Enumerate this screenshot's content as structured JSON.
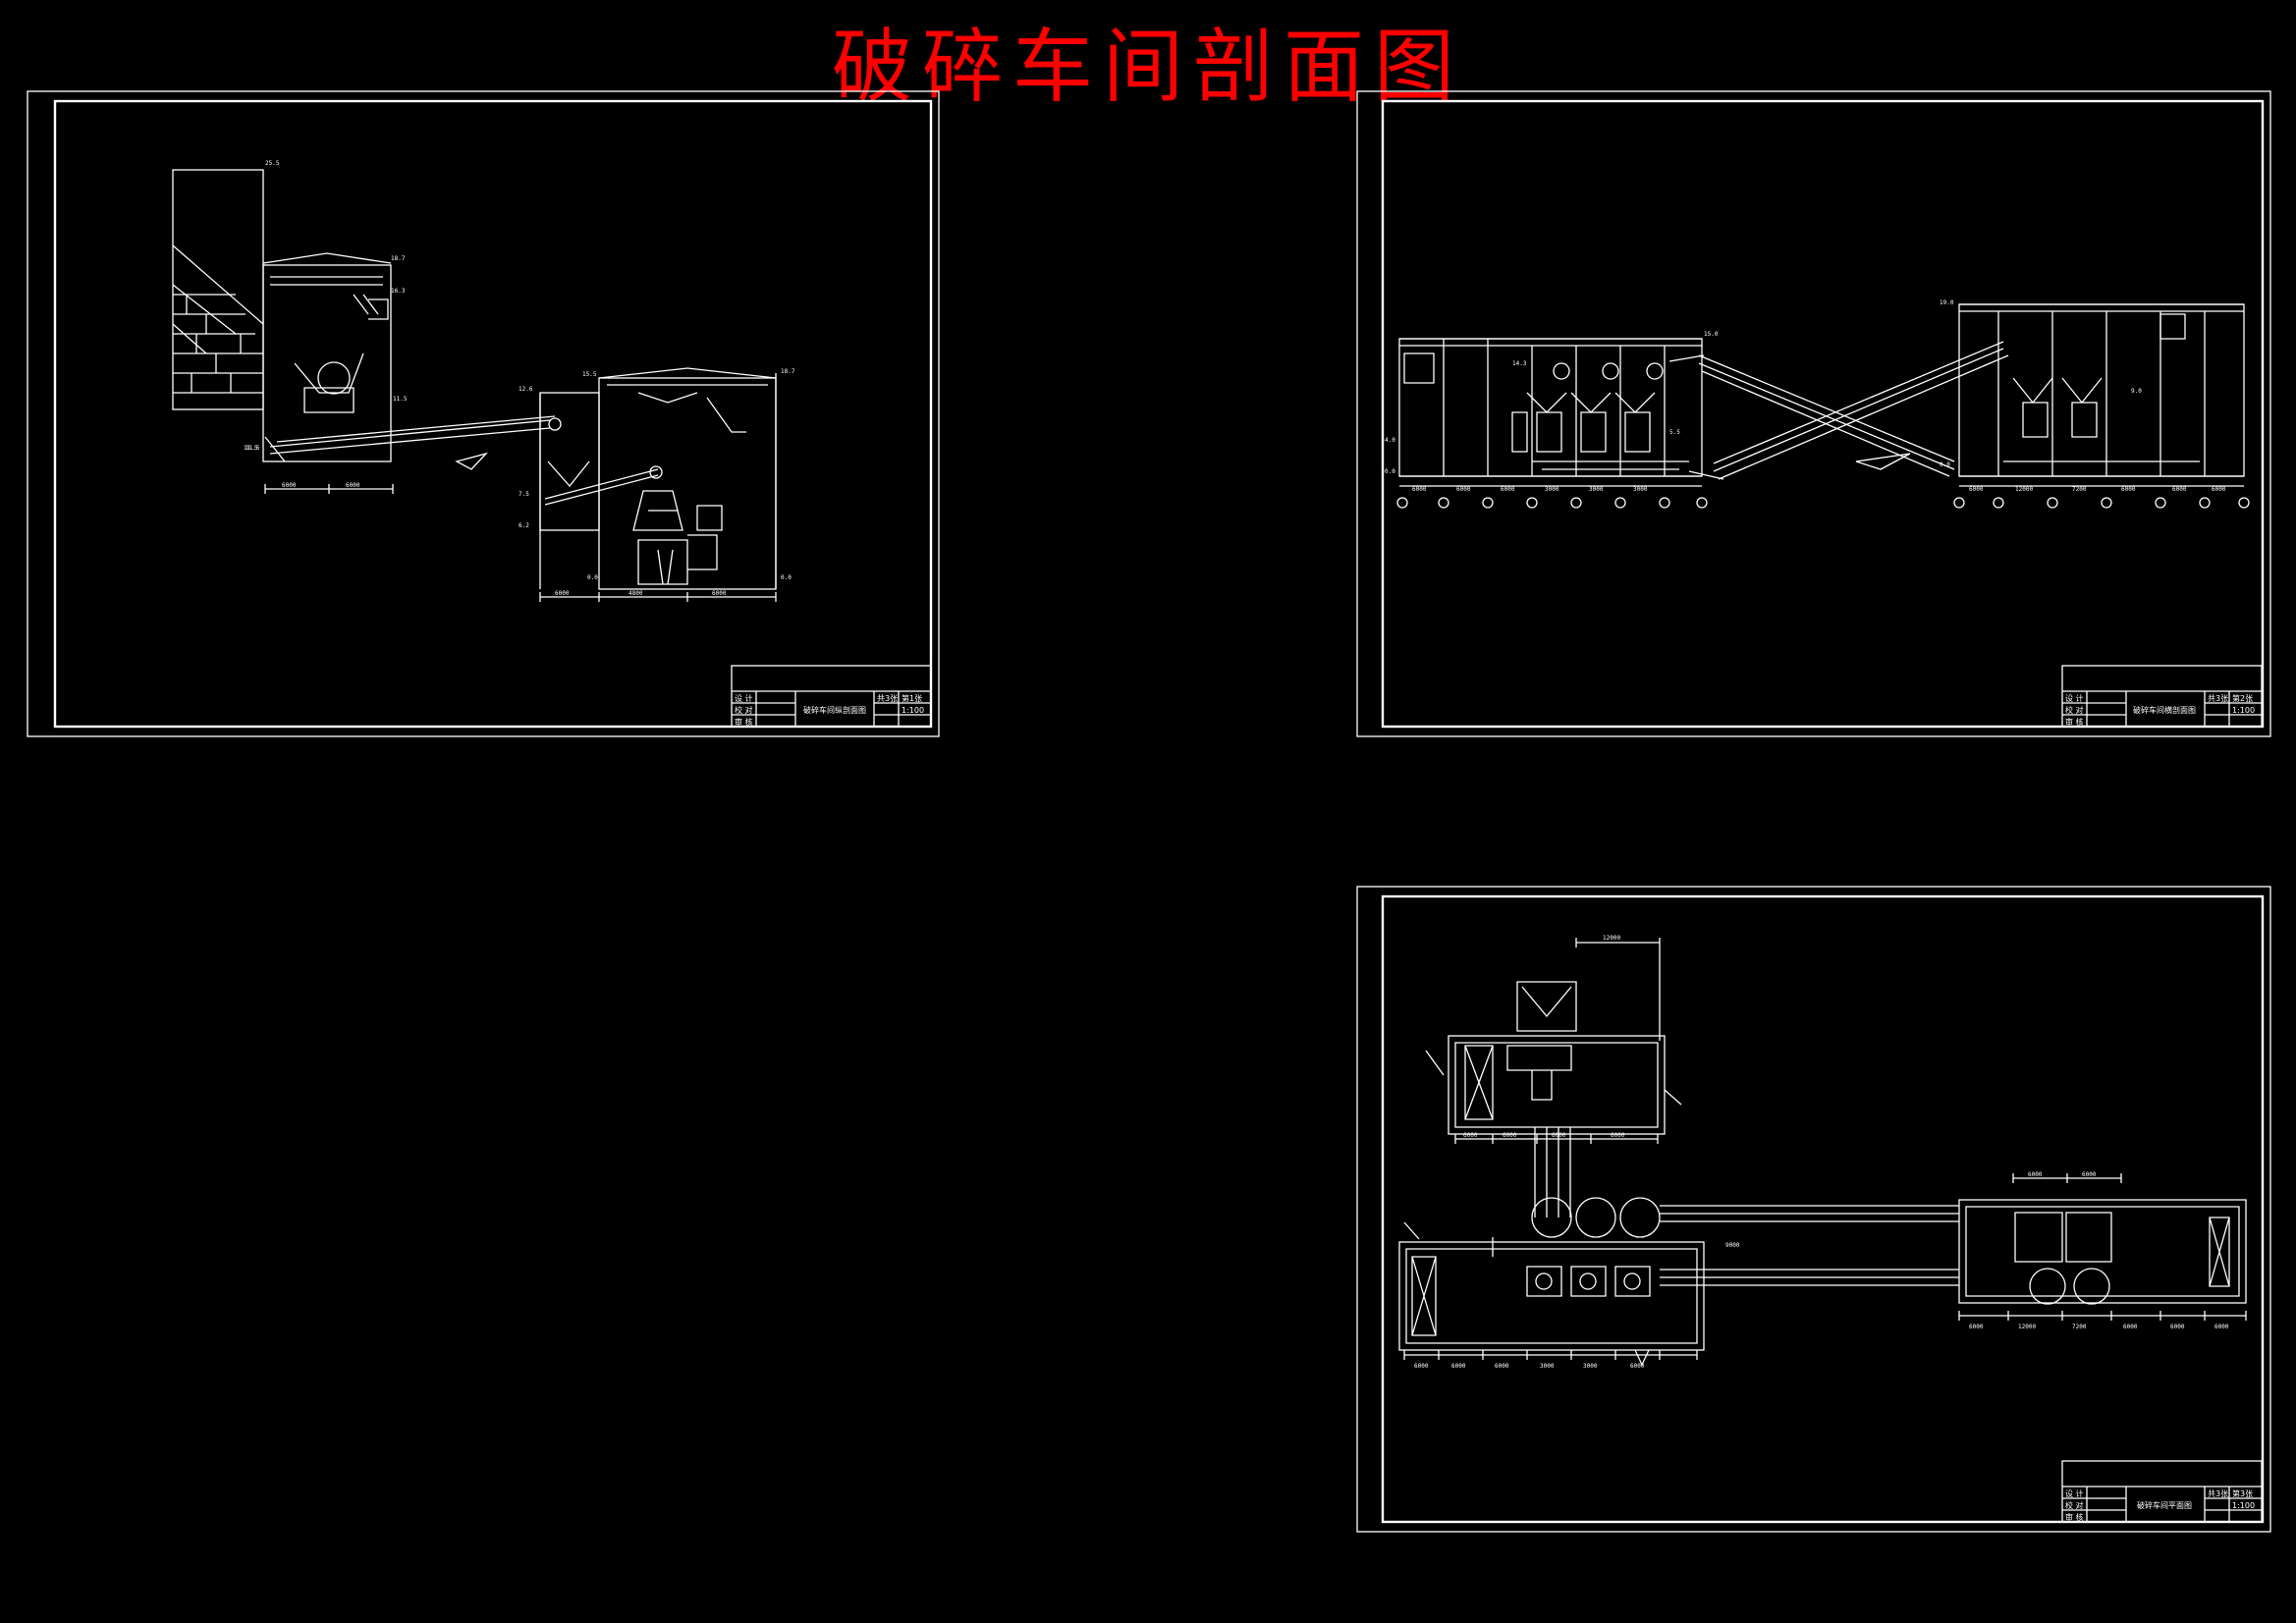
{
  "title": "破碎车间剖面图",
  "colors": {
    "background": "#000000",
    "title": "#ff0000",
    "lines": "#ffffff"
  },
  "sheets": [
    {
      "key": "sheet1",
      "title_block": {
        "rows": [
          "设 计",
          "校 对",
          "审 核"
        ],
        "name": "破碎车间纵剖面图",
        "ids": [
          "共3张",
          "第1张",
          "1:100"
        ]
      }
    },
    {
      "key": "sheet2",
      "title_block": {
        "rows": [
          "设 计",
          "校 对",
          "审 核"
        ],
        "name": "破碎车间横剖面图",
        "ids": [
          "共3张",
          "第2张",
          "1:100"
        ]
      }
    },
    {
      "key": "sheet3",
      "title_block": {
        "rows": [
          "设 计",
          "校 对",
          "审 核"
        ],
        "name": "破碎车间平面图",
        "ids": [
          "共3张",
          "第3张",
          "1:100"
        ]
      }
    }
  ]
}
